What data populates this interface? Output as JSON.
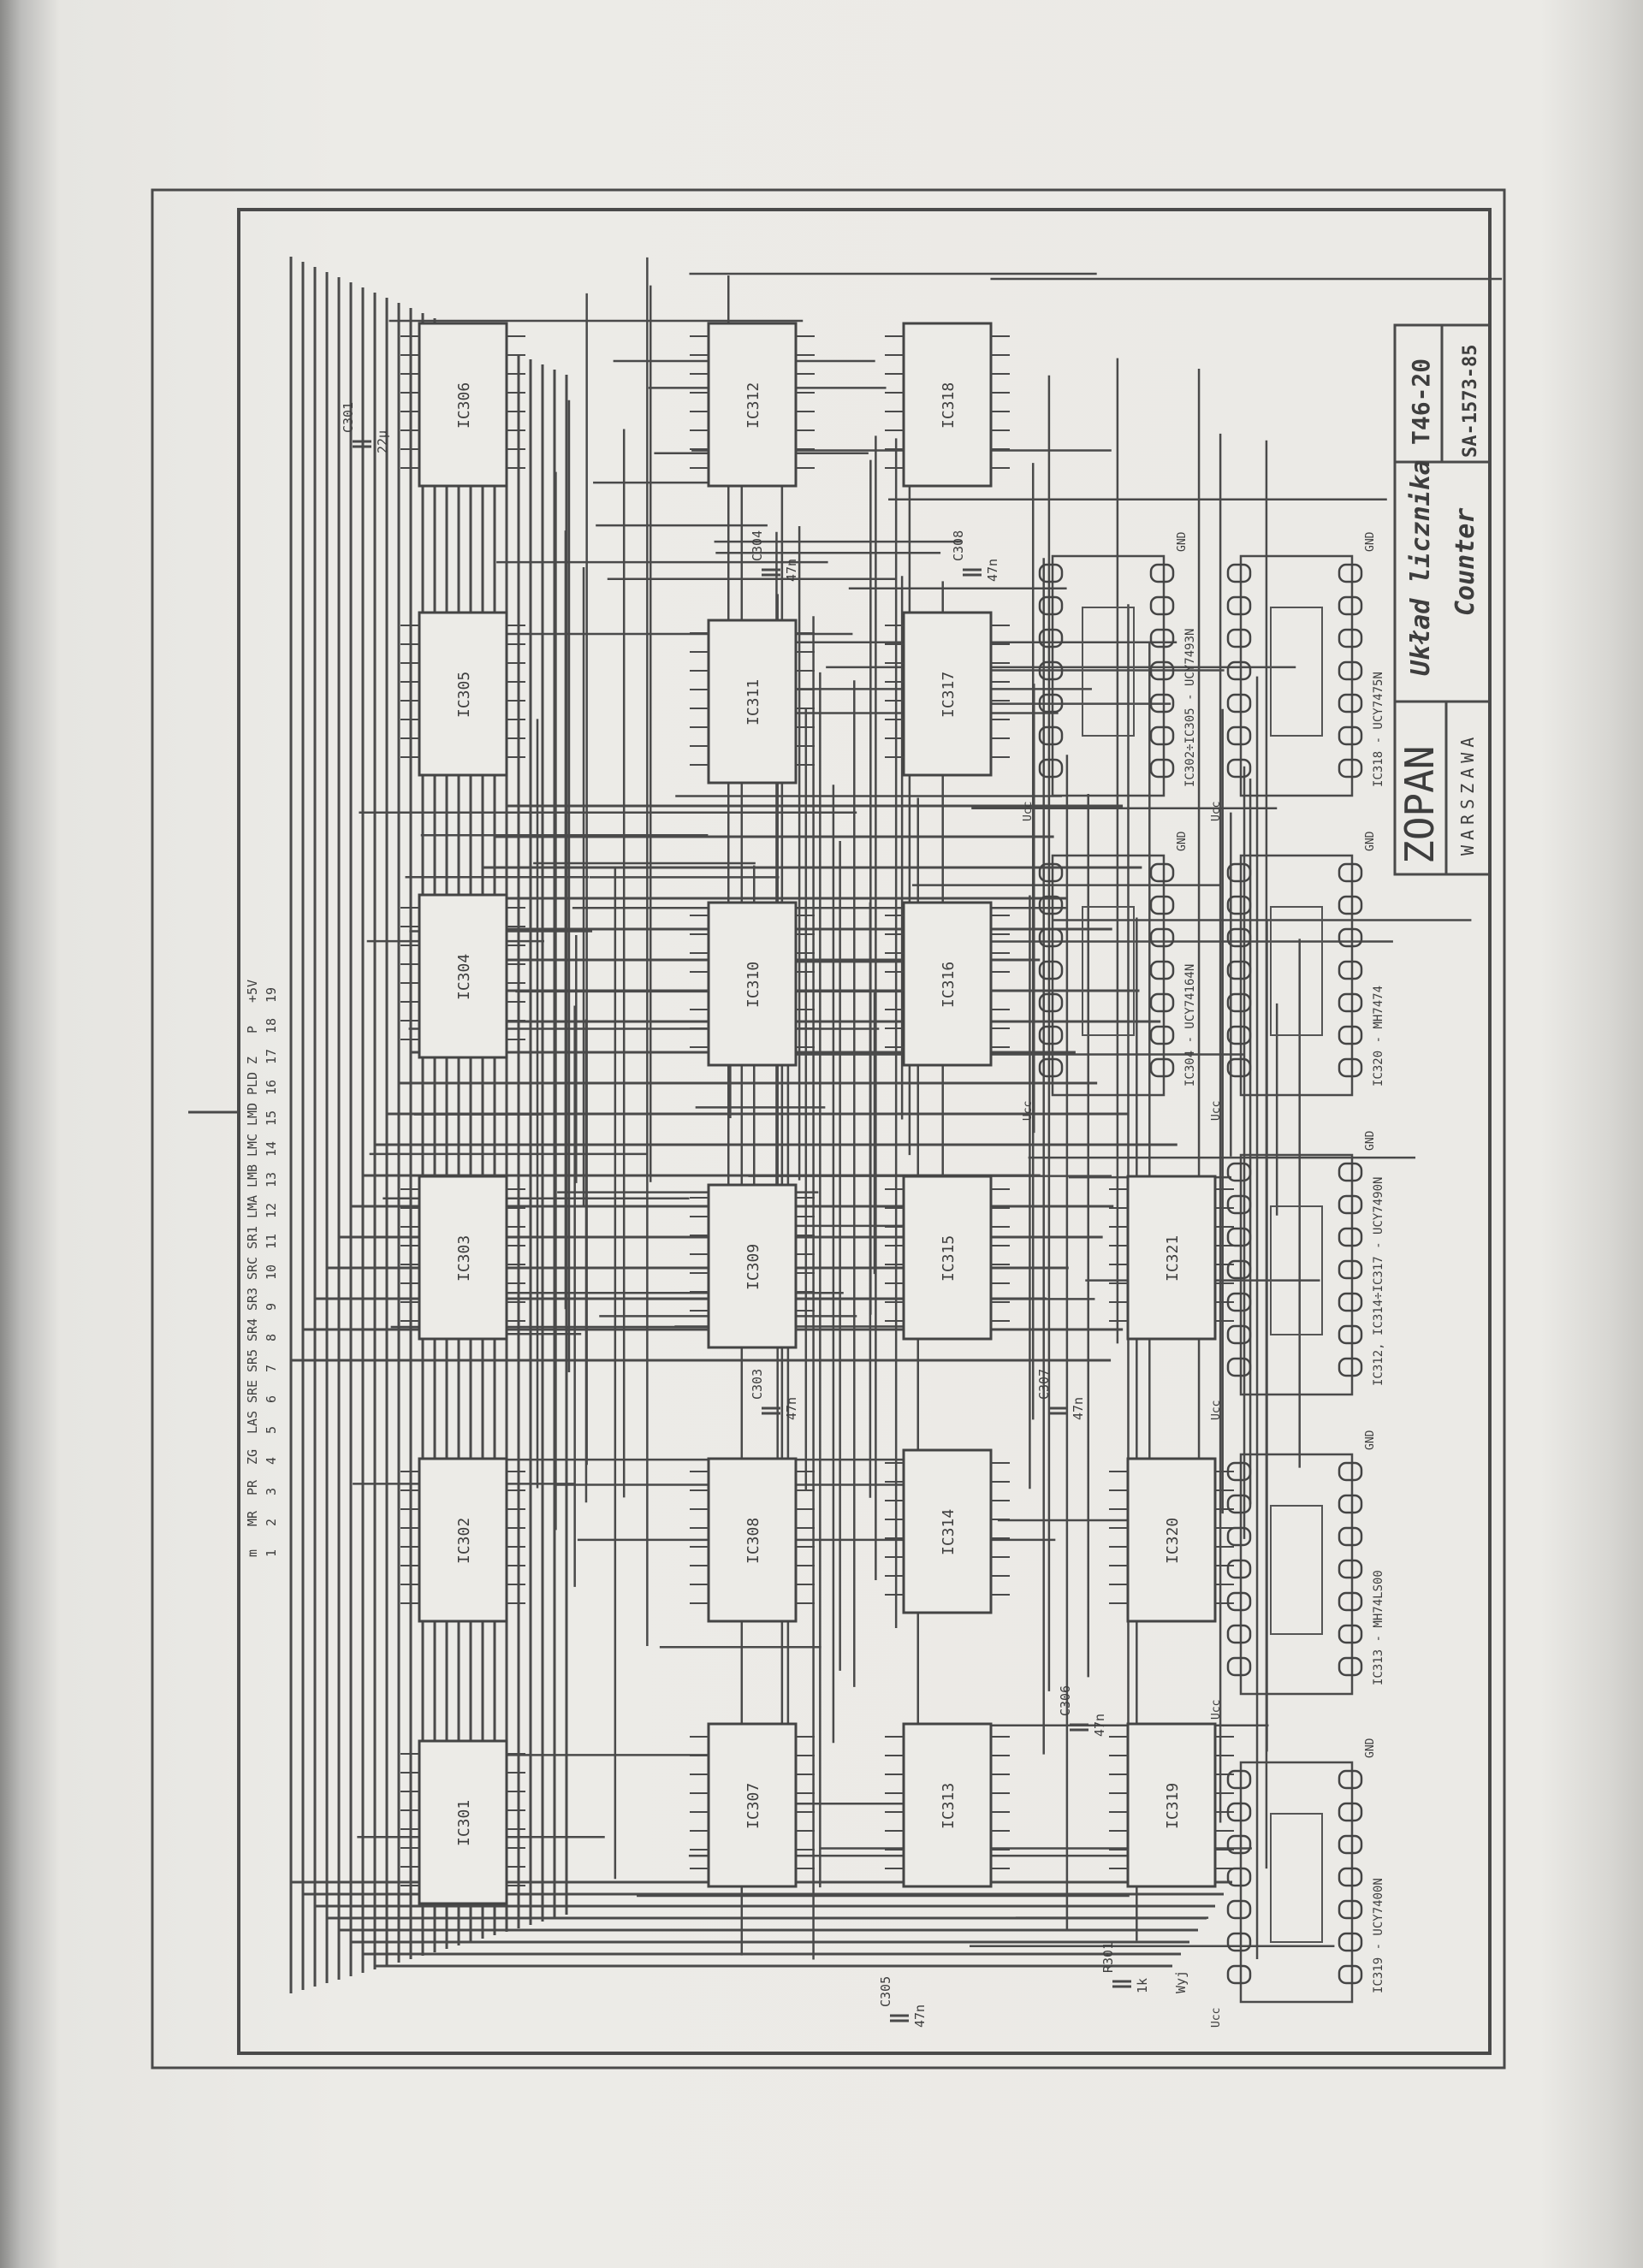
{
  "title_block": {
    "company": "ZOPAN",
    "city": "WARSZAWA",
    "title_pl": "Układ licznika",
    "title_en": "Counter",
    "sheet": "T46-20",
    "drawing_no": "SA-1573-85"
  },
  "connector_signals": [
    "m",
    "MR",
    "PR",
    "ZG",
    "LAS",
    "SRE",
    "SR5",
    "SR4",
    "SR3",
    "SRC",
    "SR1",
    "LMA",
    "LMB",
    "LMC",
    "LMD",
    "PLD",
    "Z",
    "P",
    "+5V"
  ],
  "connector_pins": [
    "1",
    "2",
    "3",
    "4",
    "5",
    "6",
    "7",
    "8",
    "9",
    "10",
    "11",
    "12",
    "13",
    "14",
    "15",
    "16",
    "17",
    "18",
    "19"
  ],
  "ics": {
    "row1": [
      "IC306",
      "IC305",
      "IC304",
      "IC303",
      "IC302",
      "IC301"
    ],
    "row2": [
      "IC312",
      "IC311",
      "IC310",
      "IC309",
      "IC308",
      "IC307"
    ],
    "row3": [
      "IC318",
      "IC317",
      "IC316",
      "IC315",
      "IC314",
      "IC313"
    ],
    "row4": [
      "IC321",
      "IC320",
      "IC319"
    ]
  },
  "capacitors": [
    {
      "ref": "C301",
      "value": "22µ"
    },
    {
      "ref": "C304",
      "value": "47n"
    },
    {
      "ref": "C308",
      "value": "47n"
    },
    {
      "ref": "C303",
      "value": "47n"
    },
    {
      "ref": "C307",
      "value": "47n"
    },
    {
      "ref": "C306",
      "value": "47n"
    },
    {
      "ref": "C305",
      "value": "47n"
    },
    {
      "ref": "R301",
      "value": "1k"
    }
  ],
  "reference_diagrams": [
    {
      "caption": "IC302÷IC305 - UCY7493N",
      "vcc": "Ucc",
      "gnd": "GND"
    },
    {
      "caption": "IC304 - UCY74164N",
      "vcc": "Ucc",
      "gnd": "GND"
    },
    {
      "caption": "IC312, IC314÷IC317 - UCY7490N",
      "vcc": "Ucc",
      "gnd": "GND"
    },
    {
      "caption": "IC313 - MH74LS00",
      "vcc": "Ucc",
      "gnd": "GND"
    },
    {
      "caption": "IC319 - UCY7400N",
      "vcc": "Ucc",
      "gnd": "GND"
    },
    {
      "caption": "IC320 - MH7474",
      "vcc": "Ucc",
      "gnd": "GND"
    },
    {
      "caption": "IC318 - UCY7475N",
      "vcc": "Ucc",
      "gnd": "GND"
    }
  ],
  "misc": {
    "output_label": "Wyj"
  }
}
